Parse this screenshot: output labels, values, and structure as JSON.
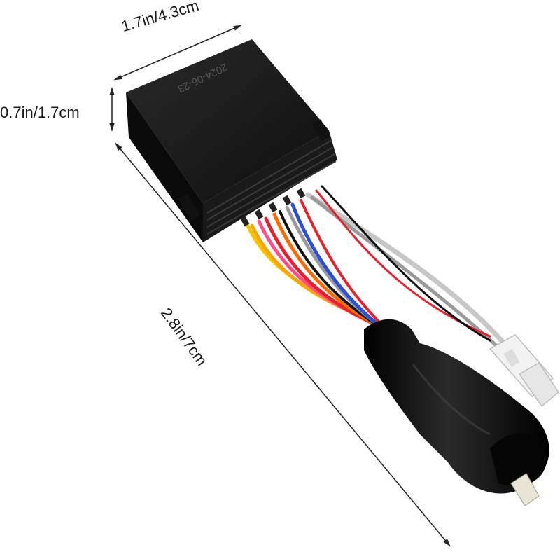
{
  "dimensions": {
    "width_label": "1.7in/4.3cm",
    "height_label": "0.7in/1.7cm",
    "length_label": "2.8in/7cm"
  },
  "product": {
    "box_imprint": "2024-06-23"
  },
  "colors": {
    "box": "#141414",
    "boot": "#0b0b0b",
    "connector": "#f2f2f2",
    "wires": [
      "#f5c400",
      "#f7a800",
      "#ff6a00",
      "#e8202a",
      "#ff4f8a",
      "#9a9a9a",
      "#2d4fd6",
      "#111111",
      "#c7c7c7"
    ]
  }
}
